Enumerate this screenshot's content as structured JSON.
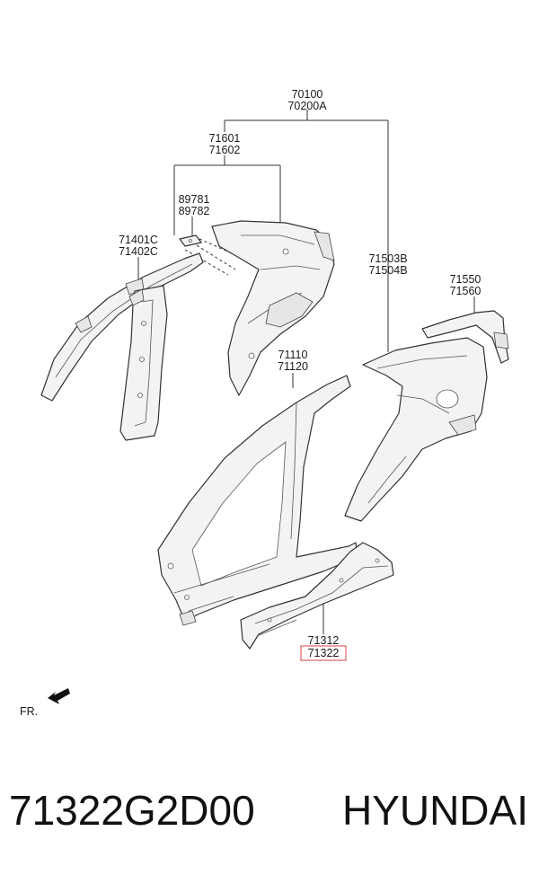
{
  "callouts": {
    "c70100": "70100",
    "c70200A": "70200A",
    "c71601": "71601",
    "c71602": "71602",
    "c89781": "89781",
    "c89782": "89782",
    "c71401C": "71401C",
    "c71402C": "71402C",
    "c71503B": "71503B",
    "c71504B": "71504B",
    "c71550": "71550",
    "c71560": "71560",
    "c71110": "71110",
    "c71120": "71120",
    "c71312": "71312",
    "c71322": "71322"
  },
  "highlight": {
    "color": "#d9534f"
  },
  "direction": {
    "label": "FR."
  },
  "footer": {
    "part_number": "71322G2D00",
    "brand": "HYUNDAI"
  }
}
